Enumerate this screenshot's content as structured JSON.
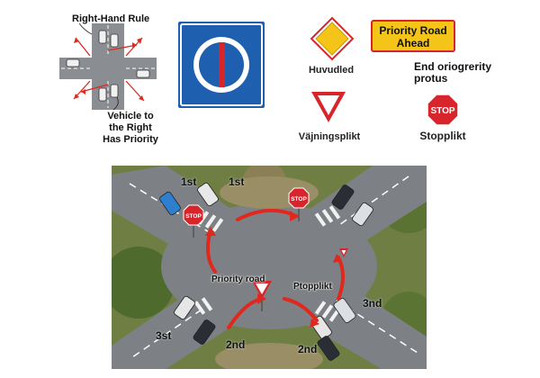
{
  "panel_top": {
    "right_hand_rule": {
      "title": "Right-Hand Rule",
      "caption_lines": [
        "Vehicle to",
        "the Right",
        "Has Priority"
      ]
    },
    "signs": {
      "priority_diamond_label": "Huvudled",
      "priority_ahead_line1": "Priority Road",
      "priority_ahead_line2": "Ahead",
      "end_priority_line1": "End oriogrerity",
      "end_priority_line2": "protus",
      "yield_label": "Väjningsplikt",
      "stop_sign_text": "STOP",
      "stop_label": "Stopplikt"
    }
  },
  "intersection": {
    "order_labels": {
      "top_left": "1st",
      "top_right": "1st",
      "bottom_left": "3st",
      "bottom_center": "2nd",
      "bottom_right_low": "2nd",
      "right": "3nd"
    },
    "road_labels": {
      "priority_road": "Priority road",
      "stop_text": "Ptopplikt"
    },
    "stop_sign_text": "STOP"
  },
  "colors": {
    "road_asphalt": "#7d8084",
    "grass": "#6f7f44",
    "sign_blue": "#1f5fb0",
    "sign_red": "#d8252c",
    "sign_yellow": "#f4c419",
    "arrow_red": "#e0281e"
  }
}
